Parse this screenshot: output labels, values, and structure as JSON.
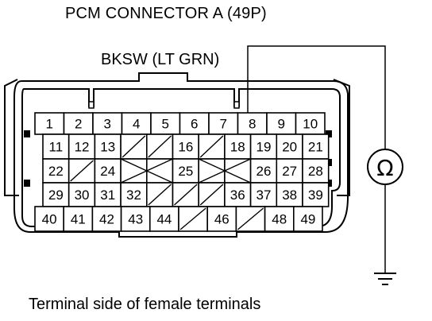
{
  "title": "PCM CONNECTOR A (49P)",
  "wire_label": "BKSW (LT GRN)",
  "footer_caption": "Terminal side of female terminals",
  "meter_symbol": "Ω",
  "meter_icon": "ohmmeter-icon",
  "ground_icon": "ground-icon",
  "probed_terminal": "8",
  "rows": [
    [
      "1",
      "2",
      "3",
      "4",
      "5",
      "6",
      "7",
      "8",
      "9",
      "10"
    ],
    [
      "11",
      "12",
      "13",
      "",
      "",
      "16",
      "",
      "18",
      "19",
      "20",
      "21"
    ],
    [
      "22",
      "",
      "24",
      "",
      "",
      "25",
      "",
      "",
      "26",
      "27",
      "28"
    ],
    [
      "29",
      "30",
      "31",
      "32",
      "",
      "",
      "",
      "36",
      "37",
      "38",
      "39"
    ],
    [
      "40",
      "41",
      "42",
      "43",
      "44",
      "",
      "46",
      "",
      "48",
      "49"
    ]
  ]
}
